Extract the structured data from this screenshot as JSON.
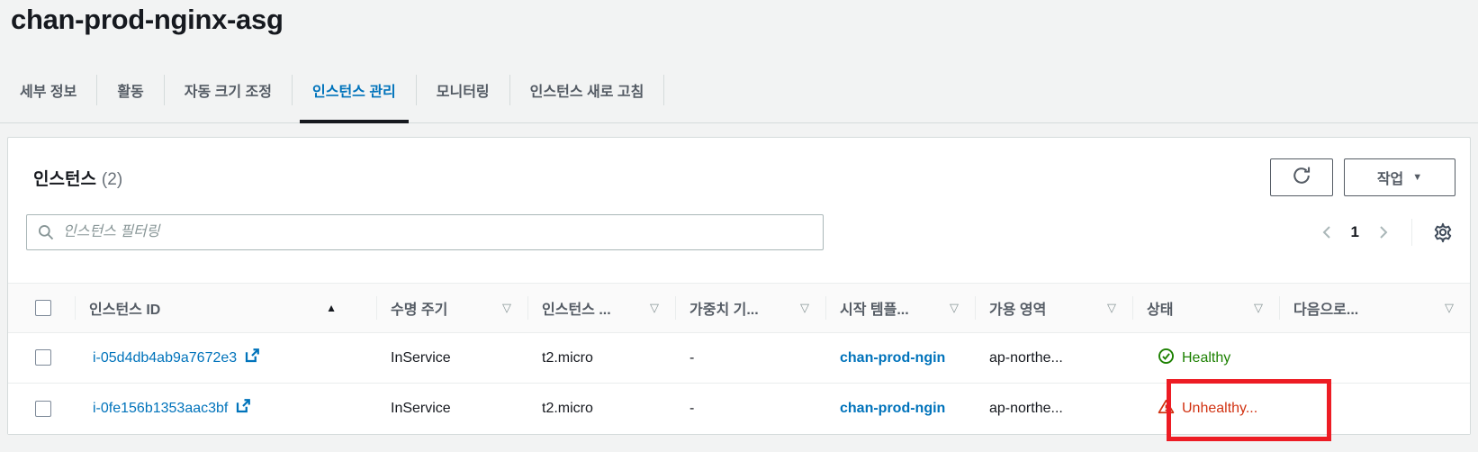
{
  "page": {
    "title": "chan-prod-nginx-asg"
  },
  "tabs": {
    "items": [
      {
        "label": "세부 정보"
      },
      {
        "label": "활동"
      },
      {
        "label": "자동 크기 조정"
      },
      {
        "label": "인스턴스 관리"
      },
      {
        "label": "모니터링"
      },
      {
        "label": "인스턴스 새로 고침"
      }
    ],
    "active_label": "인스턴스 관리"
  },
  "panel": {
    "title": "인스턴스",
    "count": "(2)",
    "actions_label": "작업",
    "filter_placeholder": "인스턴스 필터링",
    "pagination": {
      "current_page": "1"
    }
  },
  "table": {
    "columns": [
      {
        "label": "인스턴스 ID",
        "sorted": "ascending"
      },
      {
        "label": "수명 주기"
      },
      {
        "label": "인스턴스 ..."
      },
      {
        "label": "가중치 기..."
      },
      {
        "label": "시작 템플..."
      },
      {
        "label": "가용 영역"
      },
      {
        "label": "상태"
      },
      {
        "label": "다음으로..."
      }
    ],
    "rows": [
      {
        "id": "i-05d4db4ab9a7672e3",
        "lifecycle": "InService",
        "instance_type": "t2.micro",
        "weight": "-",
        "launch_template": "chan-prod-ngin",
        "availability_zone": "ap-northe...",
        "status": "Healthy",
        "status_kind": "healthy"
      },
      {
        "id": "i-0fe156b1353aac3bf",
        "lifecycle": "InService",
        "instance_type": "t2.micro",
        "weight": "-",
        "launch_template": "chan-prod-ngin",
        "availability_zone": "ap-northe...",
        "status": "Unhealthy...",
        "status_kind": "unhealthy"
      }
    ]
  },
  "icons": {
    "caret_down": "▼",
    "sort_ascending": "▲",
    "sort_toggle": "▽"
  },
  "colors": {
    "link": "#0073bb",
    "active_tab_text": "#0073bb",
    "active_tab_underline": "#16191f",
    "healthy": "#1d8102",
    "unhealthy": "#d13212",
    "annotation_box": "#ed1c24",
    "page_background": "#f2f3f3",
    "panel_border": "#d5dbdb"
  }
}
